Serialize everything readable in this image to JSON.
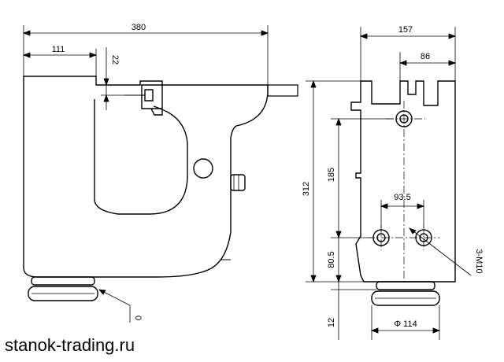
{
  "drawing": {
    "watermark": "stanok-trading.ru",
    "dimensions": {
      "overall_width": "380",
      "front_offset": "111",
      "head_gap": "22",
      "base_height_mark": "0",
      "side_width": "157",
      "top_slot_width": "86",
      "total_height": "312",
      "upper_span": "185",
      "lower_span": "80.5",
      "foot_height": "12",
      "bolt_spacing": "93.5",
      "bolt_callout": "3-M10",
      "pulley_diameter": "Φ 114"
    }
  }
}
